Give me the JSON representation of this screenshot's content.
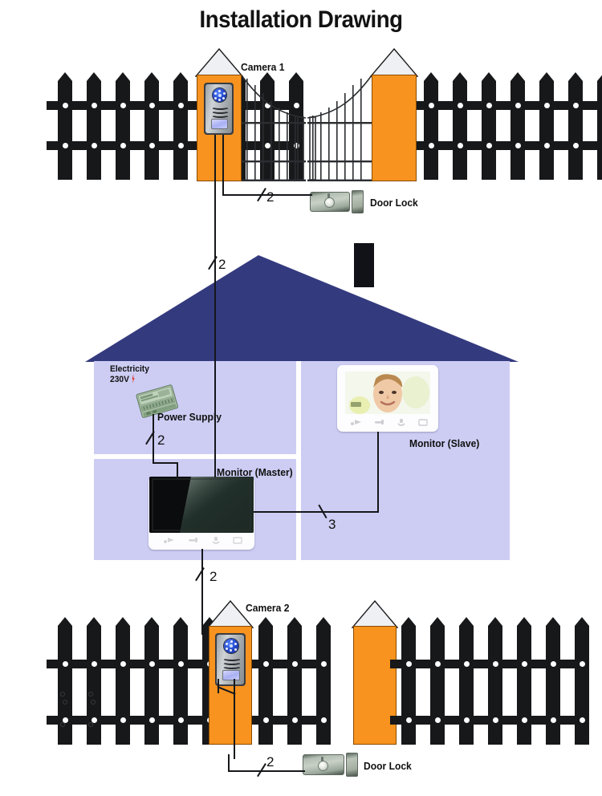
{
  "document": {
    "title": "Installation Drawing",
    "type": "installation-diagram",
    "subject": "Video door phone / intercom system wiring"
  },
  "labels": {
    "camera1": "Camera 1",
    "camera2": "Camera 2",
    "door_lock_top": "Door Lock",
    "door_lock_bottom": "Door Lock",
    "electricity": "Electricity",
    "voltage": "230V",
    "power_supply": "Power Supply",
    "monitor_master": "Monitor (Master)",
    "monitor_slave": "Monitor (Slave)"
  },
  "wire_labels": {
    "camera1_to_lock": "2",
    "camera1_to_house": "2",
    "psu_to_master": "2",
    "master_to_slave": "3",
    "house_to_camera2": "2",
    "camera2_to_lock": "2"
  },
  "colors": {
    "pillar_orange": "#f7931e",
    "fence_black": "#17181a",
    "roof_navy": "#343a7e",
    "house_lavender": "#cdcdf4",
    "lens_blue": "#2145c8",
    "lock_green_grey": "#9aa79b",
    "accent_red": "#e03b2c",
    "wire_black": "#16171a"
  },
  "icons": {
    "camera_lens": "camera-lens-icon",
    "speaker_grille": "speaker-grille-icon",
    "call_button": "call-button-icon",
    "lightning": "lightning-bolt-icon",
    "monitor_keys": [
      "talk-key-icon",
      "unlock-key-icon",
      "call-key-icon",
      "menu-key-icon"
    ]
  },
  "chart_data": {
    "type": "diagram",
    "nodes": [
      {
        "id": "camera1",
        "label": "Camera 1",
        "kind": "outdoor-station",
        "location": "top-gate-pillar"
      },
      {
        "id": "door_lock_top",
        "label": "Door Lock",
        "kind": "electric-lock",
        "location": "top-gate"
      },
      {
        "id": "power_supply",
        "label": "Power Supply",
        "kind": "din-psu",
        "location": "house-upper-left"
      },
      {
        "id": "electricity",
        "label": "Electricity 230V",
        "kind": "mains",
        "location": "house-upper-left"
      },
      {
        "id": "monitor_master",
        "label": "Monitor (Master)",
        "kind": "indoor-monitor",
        "location": "house-lower-left"
      },
      {
        "id": "monitor_slave",
        "label": "Monitor (Slave)",
        "kind": "indoor-monitor",
        "location": "house-upper-right"
      },
      {
        "id": "camera2",
        "label": "Camera 2",
        "kind": "outdoor-station",
        "location": "bottom-gate-pillar"
      },
      {
        "id": "door_lock_bottom",
        "label": "Door Lock",
        "kind": "electric-lock",
        "location": "bottom-gate"
      }
    ],
    "edges": [
      {
        "from": "camera1",
        "to": "door_lock_top",
        "wires": "2"
      },
      {
        "from": "camera1",
        "to": "monitor_master",
        "wires": "2"
      },
      {
        "from": "power_supply",
        "to": "monitor_master",
        "wires": "2"
      },
      {
        "from": "monitor_master",
        "to": "monitor_slave",
        "wires": "3"
      },
      {
        "from": "monitor_master",
        "to": "camera2",
        "wires": "2"
      },
      {
        "from": "camera2",
        "to": "door_lock_bottom",
        "wires": "2"
      }
    ]
  }
}
